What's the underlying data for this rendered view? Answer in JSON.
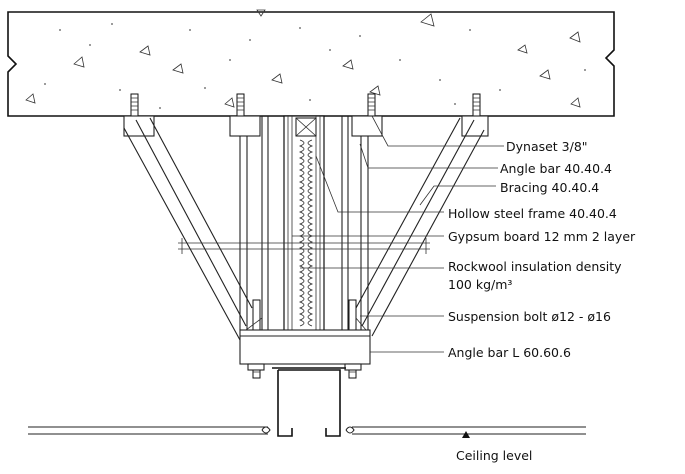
{
  "labels": {
    "dynaset": "Dynaset 3/8\"",
    "angle_bar": "Angle bar 40.40.4",
    "bracing": "Bracing 40.40.4",
    "hollow_frame": "Hollow steel frame 40.40.4",
    "gypsum": "Gypsum board 12 mm 2 layer",
    "rockwool_1": "Rockwool insulation density",
    "rockwool_2": "100 kg/m³",
    "suspension_bolt": "Suspension bolt ø12 - ø16",
    "angle_bar_l": "Angle bar L 60.60.6",
    "ceiling": "Ceiling level"
  }
}
